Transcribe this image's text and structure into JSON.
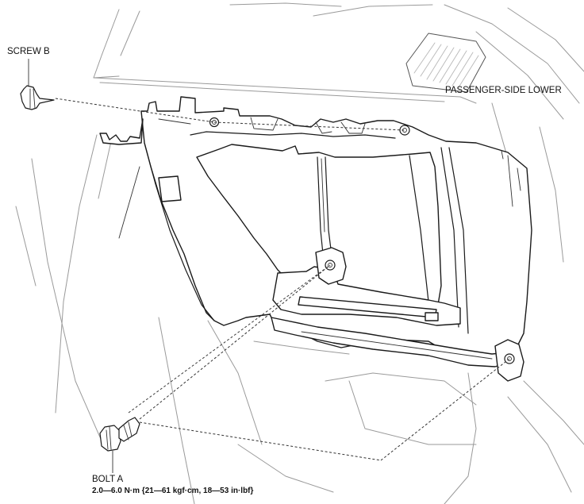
{
  "labels": {
    "screw_b": "SCREW B",
    "passenger_side_lower": "PASSENGER-SIDE LOWER",
    "bolt_a": "BOLT A",
    "torque_spec": "2.0—6.0 N·m {21—61 kgf·cm, 18—53 in·lbf}"
  },
  "colors": {
    "outline": "#1a1a1a",
    "background_lines": "#9a9a9a",
    "fill": "#ffffff"
  }
}
